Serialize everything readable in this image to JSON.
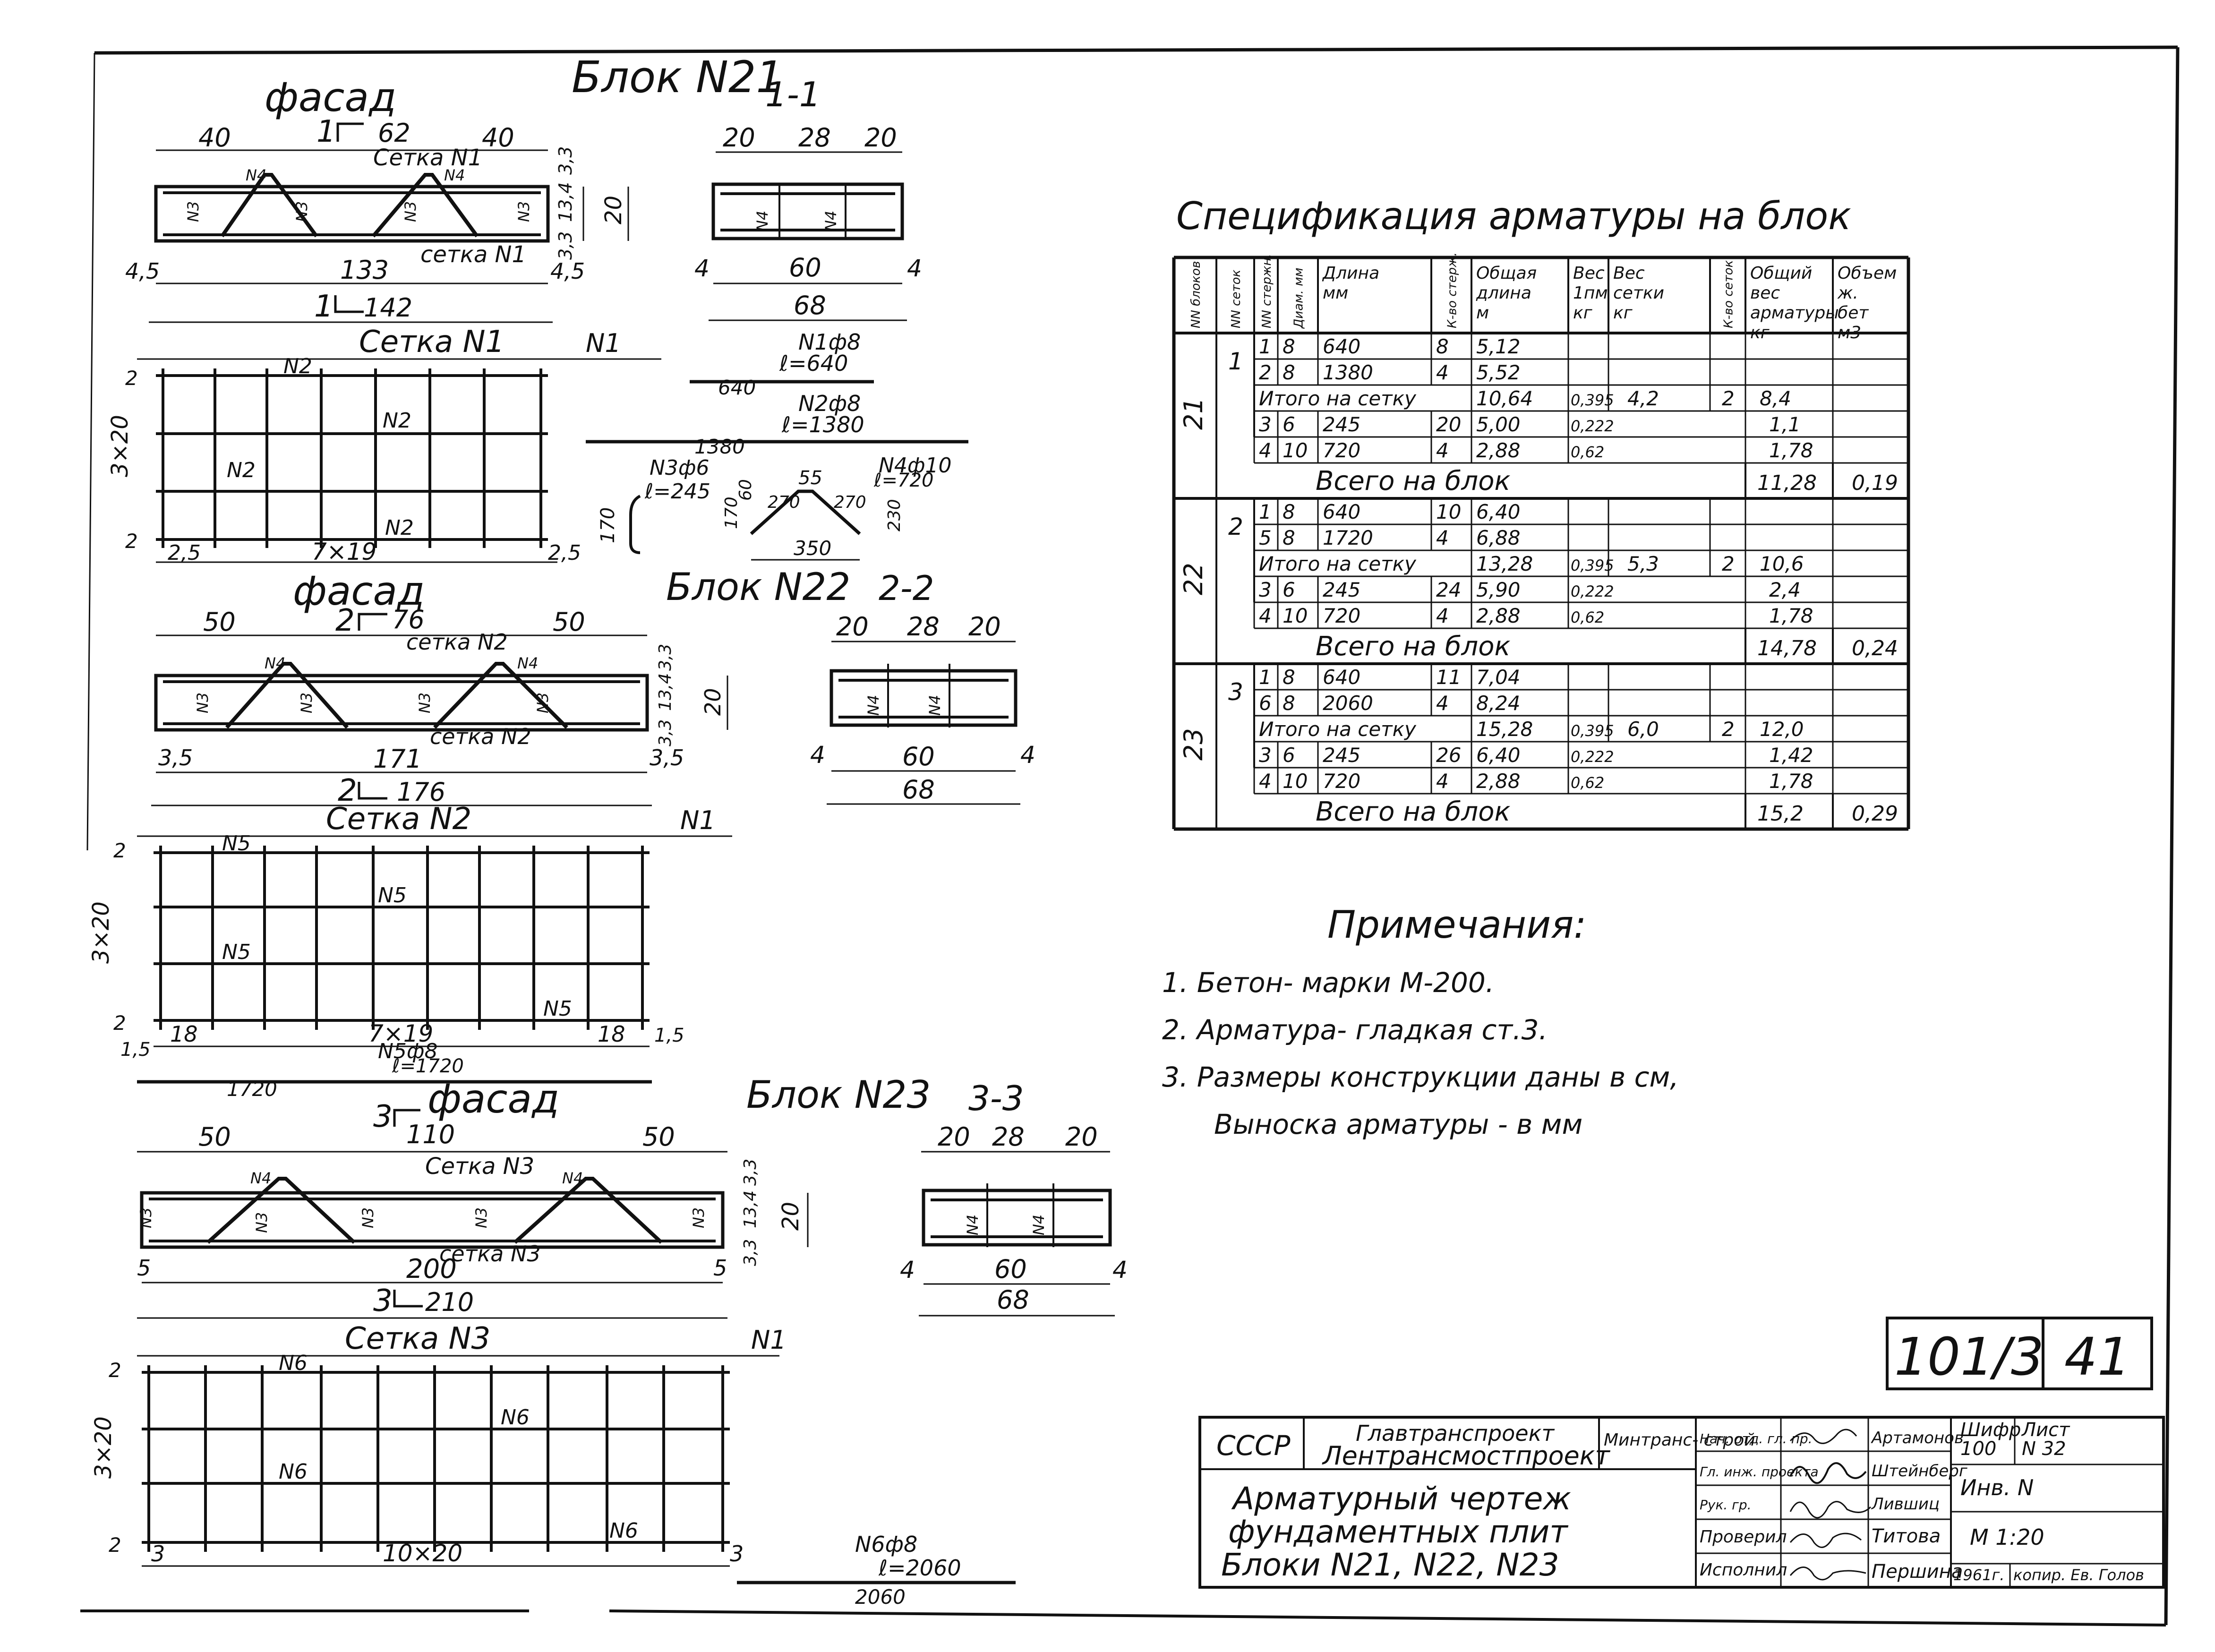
{
  "blocks": [
    {
      "title": "Блок N21",
      "section": "1-1",
      "facade": "фасад",
      "cut_mark": "1",
      "dims_top": [
        "40",
        "62",
        "40"
      ],
      "dim_cut": "62",
      "mesh_label_top": "Сетка N1",
      "mesh_label_bottom": "сетка N1",
      "bar_n3": "N3",
      "bar_n4": "N4",
      "height_dims": [
        "3,3",
        "13,4",
        "3,3"
      ],
      "height_total": "20",
      "edge_left": "4,5",
      "edge_right": "4,5",
      "length": "133",
      "overall": "142",
      "sec_top_dims": [
        "20",
        "28",
        "20"
      ],
      "sec_left": "4",
      "sec_right": "4",
      "sec_mid": "60",
      "sec_total": "68",
      "mesh": {
        "title": "Сетка N1",
        "tag": "N1",
        "bar": "N2",
        "left_dim": "3×20",
        "edge_top": "2",
        "edge_bottom": "2",
        "end_left": "2,5",
        "end_right": "2,5",
        "spacing": "7×19"
      }
    },
    {
      "title": "Блок N22",
      "section": "2-2",
      "facade": "фасад",
      "cut_mark": "2",
      "dims_top": [
        "50",
        "76",
        "50"
      ],
      "dim_cut": "76",
      "mesh_label_top": "сетка N2",
      "mesh_label_bottom": "сетка N2",
      "bar_n3": "N3",
      "bar_n4": "N4",
      "height_dims": [
        "3,3",
        "13,4",
        "3,3"
      ],
      "height_total": "20",
      "edge_left": "3,5",
      "edge_right": "3,5",
      "length": "171",
      "overall": "176",
      "sec_top_dims": [
        "20",
        "28",
        "20"
      ],
      "sec_left": "4",
      "sec_right": "4",
      "sec_mid": "60",
      "sec_total": "68",
      "mesh": {
        "title": "Сетка N2",
        "tag": "N1",
        "bar": "N5",
        "left_dim": "3×20",
        "edge_top": "2",
        "edge_bottom": "2",
        "end_left": "18",
        "end_right": "18",
        "end_right_extra": "1,5",
        "end_left_extra": "1,5",
        "spacing": "7×19"
      }
    },
    {
      "title": "Блок N23",
      "section": "3-3",
      "facade": "фасад",
      "cut_mark": "3",
      "dims_top": [
        "50",
        "110",
        "50"
      ],
      "dim_cut": "110",
      "mesh_label_top": "Сетка N3",
      "mesh_label_bottom": "сетка N3",
      "bar_n3": "N3",
      "bar_n4": "N4",
      "height_dims": [
        "3,3",
        "13,4",
        "3,3"
      ],
      "height_total": "20",
      "edge_left": "5",
      "edge_right": "5",
      "length": "200",
      "overall": "210",
      "sec_top_dims": [
        "20",
        "28",
        "20"
      ],
      "sec_left": "4",
      "sec_right": "4",
      "sec_mid": "60",
      "sec_total": "68",
      "mesh": {
        "title": "Сетка N3",
        "tag": "N1",
        "bar": "N6",
        "left_dim": "3×20",
        "edge_top": "2",
        "edge_bottom": "2",
        "end_left": "3",
        "end_right": "3",
        "spacing": "10×20"
      }
    }
  ],
  "bar_details": [
    {
      "label": "N1ф8",
      "length_label": "ℓ=640",
      "dim": "640"
    },
    {
      "label": "N2ф8",
      "length_label": "ℓ=1380",
      "dim": "1380"
    },
    {
      "label": "N3ф6",
      "length_label": "ℓ=245",
      "dim": "170"
    },
    {
      "label": "N4ф10",
      "length_label": "ℓ=720",
      "dims": [
        "55",
        "170",
        "270",
        "270",
        "230",
        "350",
        "60"
      ]
    },
    {
      "label": "N5ф8",
      "length_label": "ℓ=1720",
      "dim": "1720"
    },
    {
      "label": "N6ф8",
      "length_label": "ℓ=2060",
      "dim": "2060"
    }
  ],
  "spec": {
    "title": "Спецификация арматуры на блок",
    "headers": [
      "NN блоков",
      "NN сеток",
      "NN стержн.",
      "Диам. мм",
      "Длина мм",
      "К-во стерж.",
      "Общая длина м",
      "Вес 1пм кг",
      "Вес сетки кг",
      "К-во сеток",
      "Общий вес арматуры кг",
      "Объем ж. бет м3"
    ],
    "blocks": [
      {
        "block": "21",
        "mesh": "1",
        "rows": [
          [
            "1",
            "8",
            "640",
            "8",
            "5,12",
            "",
            "",
            "",
            "",
            ""
          ],
          [
            "2",
            "8",
            "1380",
            "4",
            "5,52",
            "",
            "",
            "",
            "",
            ""
          ]
        ],
        "mesh_total": [
          "Итого на сетку",
          "10,64",
          "0,395",
          "4,2",
          "2",
          "8,4"
        ],
        "bars": [
          [
            "3",
            "6",
            "245",
            "20",
            "5,00",
            "0,222",
            "1,1"
          ],
          [
            "4",
            "10",
            "720",
            "4",
            "2,88",
            "0,62",
            "1,78"
          ]
        ],
        "total": [
          "Всего на блок",
          "11,28",
          "0,19"
        ]
      },
      {
        "block": "22",
        "mesh": "2",
        "rows": [
          [
            "1",
            "8",
            "640",
            "10",
            "6,40",
            "",
            "",
            "",
            "",
            ""
          ],
          [
            "5",
            "8",
            "1720",
            "4",
            "6,88",
            "",
            "",
            "",
            "",
            ""
          ]
        ],
        "mesh_total": [
          "Итого на сетку",
          "13,28",
          "0,395",
          "5,3",
          "2",
          "10,6"
        ],
        "bars": [
          [
            "3",
            "6",
            "245",
            "24",
            "5,90",
            "0,222",
            "2,4"
          ],
          [
            "4",
            "10",
            "720",
            "4",
            "2,88",
            "0,62",
            "1,78"
          ]
        ],
        "total": [
          "Всего на блок",
          "14,78",
          "0,24"
        ]
      },
      {
        "block": "23",
        "mesh": "3",
        "rows": [
          [
            "1",
            "8",
            "640",
            "11",
            "7,04",
            "",
            "",
            "",
            "",
            ""
          ],
          [
            "6",
            "8",
            "2060",
            "4",
            "8,24",
            "",
            "",
            "",
            "",
            ""
          ]
        ],
        "mesh_total": [
          "Итого на сетку",
          "15,28",
          "0,395",
          "6,0",
          "2",
          "12,0"
        ],
        "bars": [
          [
            "3",
            "6",
            "245",
            "26",
            "6,40",
            "0,222",
            "1,42"
          ],
          [
            "4",
            "10",
            "720",
            "4",
            "2,88",
            "0,62",
            "1,78"
          ]
        ],
        "total": [
          "Всего на блок",
          "15,2",
          "0,29"
        ]
      }
    ]
  },
  "notes": {
    "title": "Примечания:",
    "items": [
      "1.  Бетон- марки М-200.",
      "2.  Арматура- гладкая   ст.3.",
      "3.  Размеры  конструкции  даны  в см,",
      "Выноска  арматуры - в мм"
    ]
  },
  "sheet_code": {
    "code": "101/3",
    "sheet": "41"
  },
  "title_block": {
    "country": "СССР",
    "org1": "Главтранспроект",
    "org2": "Лентрансмостпроект",
    "org3": "Минтранс- строй",
    "drawing_title": [
      "Арматурный чертеж",
      "фундаментных плит",
      "Блоки N21, N22, N23"
    ],
    "roles": [
      "Нач. отд. гл. пр.",
      "Гл. инж. проекта",
      "Рук. гр.",
      "Проверил",
      "Исполнил"
    ],
    "names": [
      "Артамонов",
      "Штейнберг",
      "Лившиц",
      "Титова",
      "Першина"
    ],
    "shifr_label": "Шифр",
    "shifr": "100",
    "list_label": "Лист",
    "list": "N 32",
    "inv": "Инв. N",
    "scale": "М 1:20",
    "year": "1961г.",
    "copy": "копир. Ев. Голов"
  }
}
